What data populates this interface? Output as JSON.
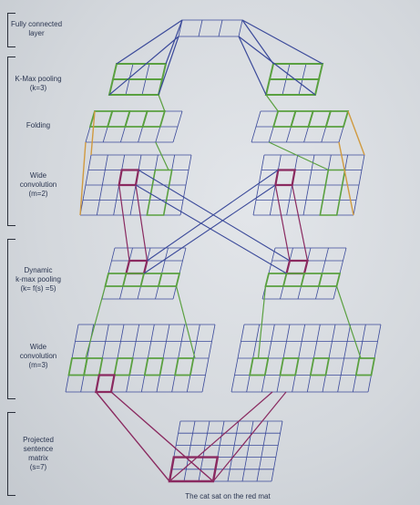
{
  "labels": {
    "fully_connected": "Fully connected\nlayer",
    "kmax": "K-Max pooling\n(k=3)",
    "folding": "Folding",
    "wide_conv_top": "Wide\nconvolution\n(m=2)",
    "dynamic_kmax": "Dynamic\nk-max pooling\n(k= f(s) =5)",
    "wide_conv_bottom": "Wide\nconvolution\n(m=3)",
    "projected": "Projected\nsentence\nmatrix\n(s=7)"
  },
  "caption": "The cat sat on the red mat",
  "colors": {
    "grid": "#3b4a9a",
    "green": "#5aa040",
    "magenta": "#8a2a60",
    "orange": "#d09a40"
  }
}
